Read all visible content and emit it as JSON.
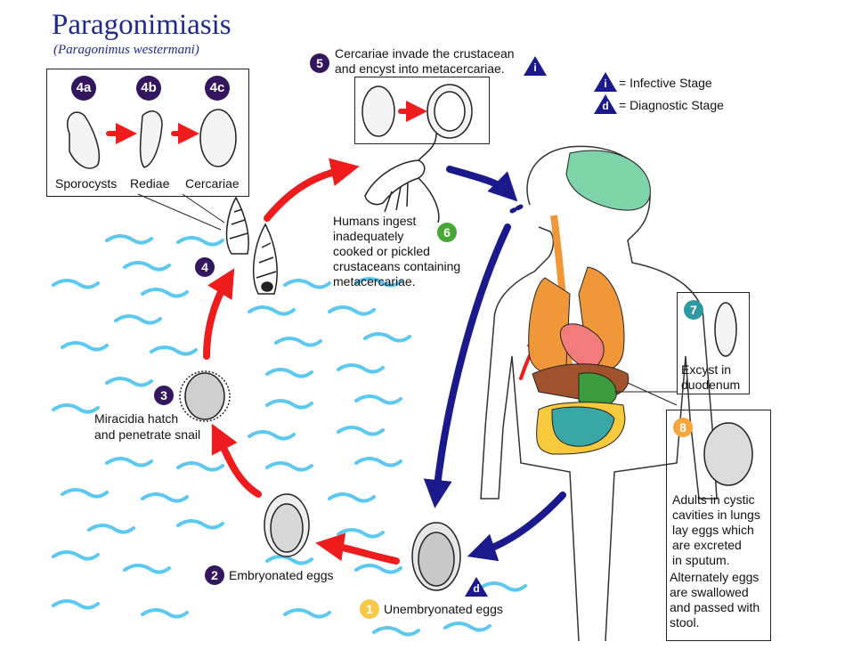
{
  "title": "Paragonimiasis",
  "subtitle": "(Paragonimus westermani)",
  "legend": {
    "infective_symbol": "i",
    "infective_text": "= Infective Stage",
    "diagnostic_symbol": "d",
    "diagnostic_text": "= Diagnostic Stage"
  },
  "stages": {
    "s1": {
      "num": "1",
      "text": "Unembryonated eggs"
    },
    "s2": {
      "num": "2",
      "text": "Embryonated eggs"
    },
    "s3": {
      "num": "3",
      "line1": "Miracidia hatch",
      "line2": "and penetrate snail"
    },
    "s4": {
      "num": "4"
    },
    "s4a": {
      "num": "4a",
      "text": "Sporocysts"
    },
    "s4b": {
      "num": "4b",
      "text": "Rediae"
    },
    "s4c": {
      "num": "4c",
      "text": "Cercariae"
    },
    "s5": {
      "num": "5",
      "line1": "Cercariae invade the crustacean",
      "line2": "and encyst into metacercariae."
    },
    "s6": {
      "num": "6",
      "line1": "Humans ingest",
      "line2": "inadequately",
      "line3": "cooked or pickled",
      "line4": "crustaceans containing",
      "line5": "metacercariae."
    },
    "s7": {
      "num": "7",
      "line1": "Excyst in",
      "line2": "duodenum"
    },
    "s8": {
      "num": "8",
      "line1": "Adults in cystic",
      "line2": "cavities in lungs",
      "line3": "lay eggs which",
      "line4": "are excreted",
      "line5": "in sputum.",
      "line6": "Alternately eggs",
      "line7": "are swallowed",
      "line8": "and passed with",
      "line9": "stool."
    }
  },
  "colors": {
    "red_arrow": "#ee1c1c",
    "blue_arrow": "#1a1a8c",
    "water": "#5bc8f0",
    "badge_purple": "#33165e",
    "brain": "#7fd3a8",
    "lungs": "#f0973a",
    "heart": "#f27b7b",
    "intestine_large": "#f7c93c",
    "intestine_small": "#3aa7a7",
    "liver": "#a0522d",
    "stomach": "#3c9b3c"
  }
}
